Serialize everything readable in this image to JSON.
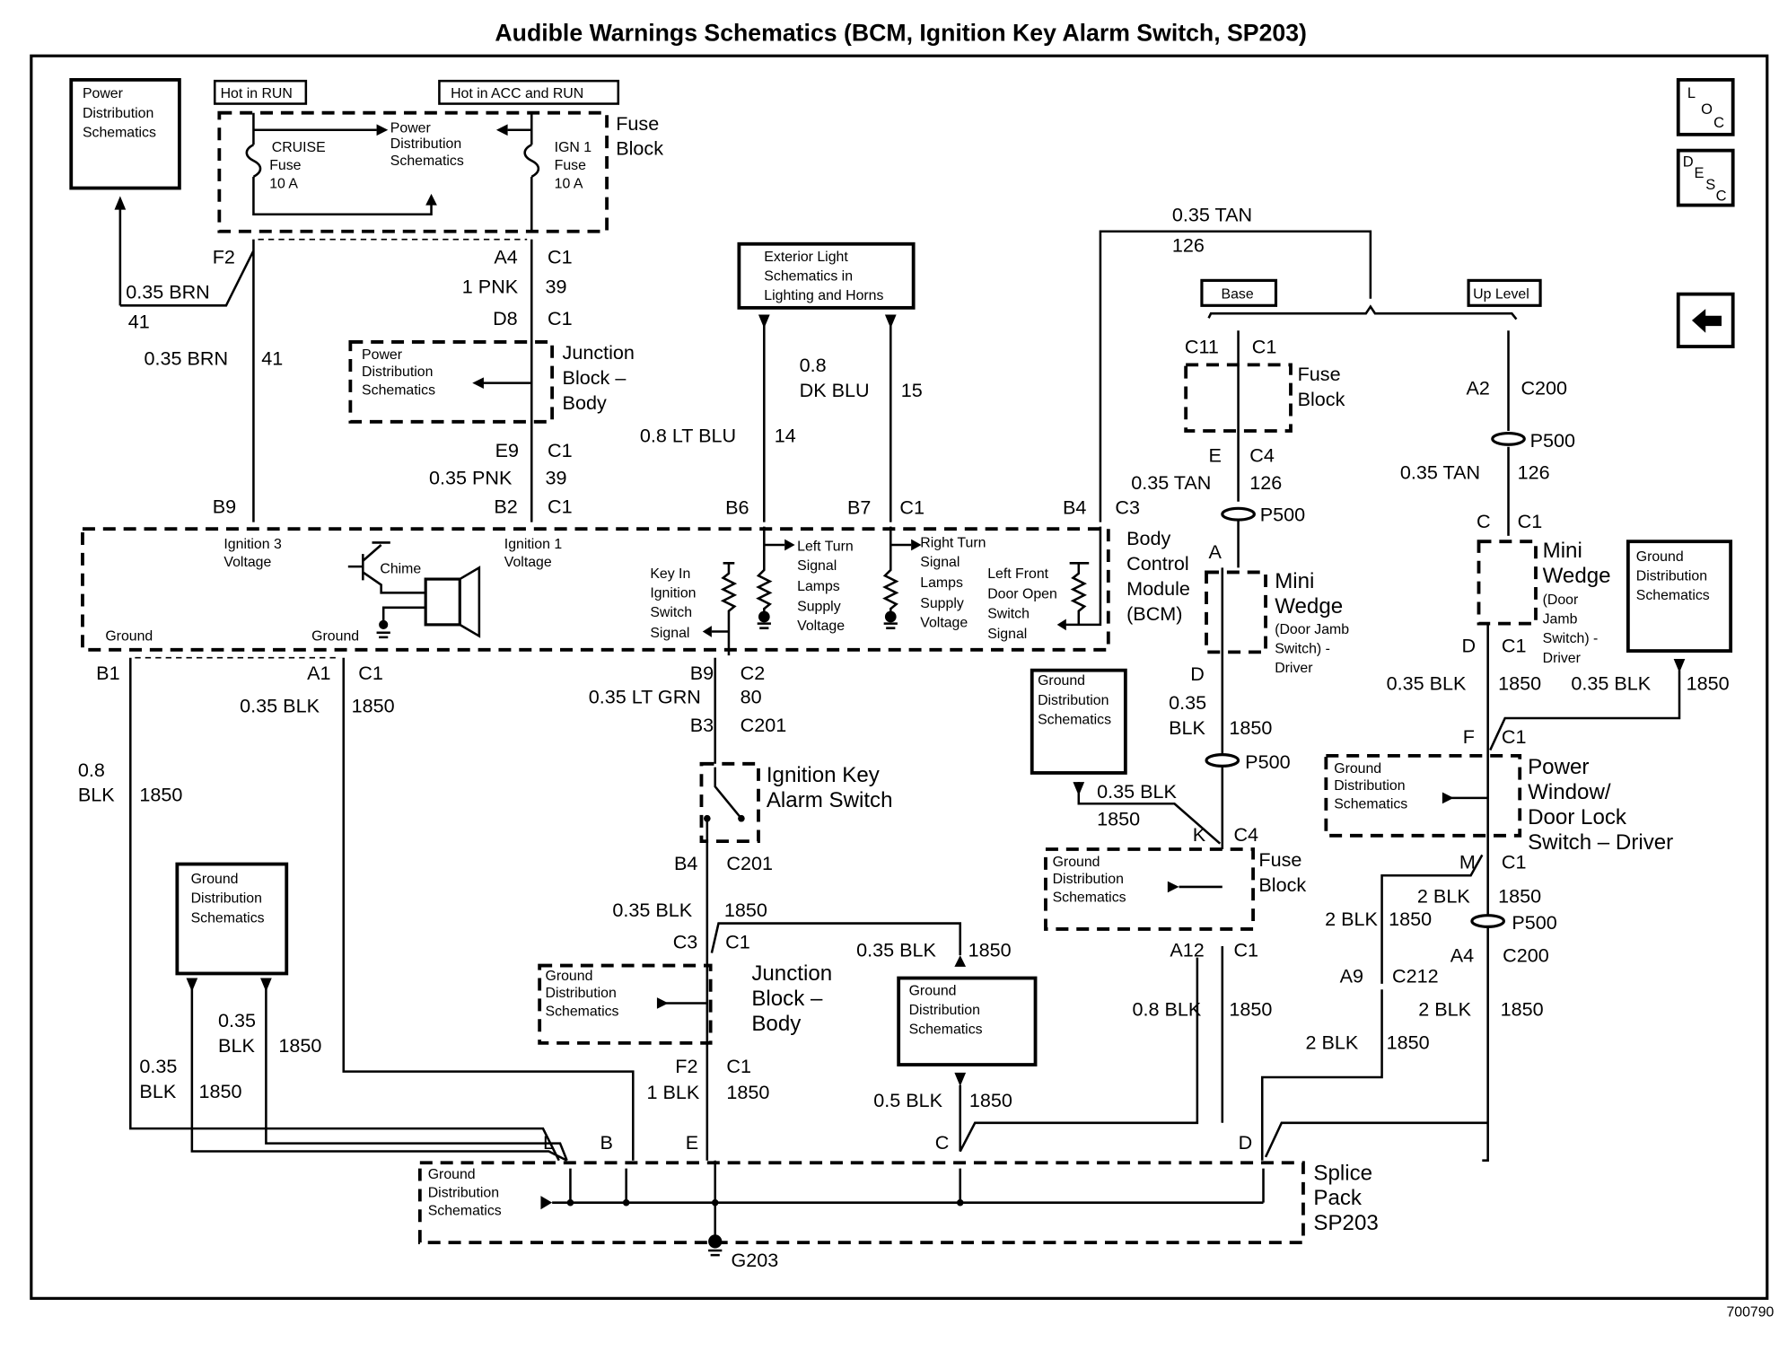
{
  "title": "Audible Warnings Schematics (BCM, Ignition Key Alarm Switch, SP203)",
  "figure_id": "700790",
  "nav_buttons": {
    "loc": {
      "l1": "L",
      "l2": "O",
      "l3": "C"
    },
    "desc": {
      "l1": "D",
      "l2": "E",
      "l3": "S",
      "l4": "C"
    },
    "back_icon": "left-arrow-icon"
  },
  "boxes": {
    "power_dist_left": [
      "Power",
      "Distribution",
      "Schematics"
    ],
    "hot_in_run": "Hot in RUN",
    "hot_in_acc_run": "Hot in ACC and RUN",
    "fuse_block_top": [
      "Fuse",
      "Block"
    ],
    "fuse_block_inner": [
      "Power",
      "Distribution",
      "Schematics"
    ],
    "cruise_fuse": [
      "CRUISE",
      "Fuse",
      "10 A"
    ],
    "ign1_fuse": [
      "IGN 1",
      "Fuse",
      "10 A"
    ],
    "jb_body_top": [
      "Junction",
      "Block –",
      "Body"
    ],
    "jb_body_top_inner": [
      "Power",
      "Distribution",
      "Schematics"
    ],
    "exterior_light": [
      "Exterior Light",
      "Schematics in",
      "Lighting and Horns"
    ],
    "base": "Base",
    "up_level": "Up Level",
    "fuse_block_right": [
      "Fuse",
      "Block"
    ],
    "bcm": [
      "Body",
      "Control",
      "Module",
      "(BCM)"
    ],
    "bcm_ign3": [
      "Ignition 3",
      "Voltage"
    ],
    "bcm_ign1": [
      "Ignition 1",
      "Voltage"
    ],
    "bcm_chime": "Chime",
    "bcm_ground1": "Ground",
    "bcm_ground2": "Ground",
    "bcm_key_in": [
      "Key In",
      "Ignition",
      "Switch",
      "Signal"
    ],
    "bcm_left_turn": [
      "Left Turn",
      "Signal",
      "Lamps",
      "Supply",
      "Voltage"
    ],
    "bcm_right_turn": [
      "Right Turn",
      "Signal",
      "Lamps",
      "Supply",
      "Voltage"
    ],
    "bcm_door_open": [
      "Left Front",
      "Door Open",
      "Switch",
      "Signal"
    ],
    "mini_wedge_base": [
      "Mini",
      "Wedge",
      "(Door Jamb",
      "Switch) -",
      "Driver"
    ],
    "mini_wedge_up": [
      "Mini",
      "Wedge",
      "(Door",
      "Jamb",
      "Switch) -",
      "Driver"
    ],
    "gds_right_top": [
      "Ground",
      "Distribution",
      "Schematics"
    ],
    "gds_mid": [
      "Ground",
      "Distribution",
      "Schematics"
    ],
    "fuse_block_low": [
      "Fuse",
      "Block"
    ],
    "fuse_block_low_inner": [
      "Ground",
      "Distribution",
      "Schematics"
    ],
    "pwdl": [
      "Power",
      "Window/",
      "Door Lock",
      "Switch – Driver"
    ],
    "pwdl_inner": [
      "Ground",
      "Distribution",
      "Schematics"
    ],
    "ign_key_alarm": [
      "Ignition Key",
      "Alarm Switch"
    ],
    "jb_body_low": [
      "Junction",
      "Block –",
      "Body"
    ],
    "jb_body_low_inner": [
      "Ground",
      "Distribution",
      "Schematics"
    ],
    "gds_bottom_mid": [
      "Ground",
      "Distribution",
      "Schematics"
    ],
    "gds_left": [
      "Ground",
      "Distribution",
      "Schematics"
    ],
    "splice_pack": [
      "Splice",
      "Pack",
      "SP203"
    ],
    "splice_inner": [
      "Ground",
      "Distribution",
      "Schematics"
    ],
    "ground_g203": "G203"
  },
  "wires": {
    "f2": "F2",
    "brn_top": "0.35 BRN",
    "brn_top_ckt": "41",
    "brn_mid": "0.35 BRN",
    "brn_mid_ckt": "41",
    "a4": "A4",
    "c1_a4": "C1",
    "pnk1": "1 PNK",
    "pnk1_ckt": "39",
    "d8": "D8",
    "c1_d8": "C1",
    "e9": "E9",
    "c1_e9": "C1",
    "pnk035": "0.35 PNK",
    "pnk035_ckt": "39",
    "b9": "B9",
    "b2": "B2",
    "c1_b2": "C1",
    "ltblu": "0.8 LT BLU",
    "ltblu_ckt": "14",
    "dkblu_a": "0.8",
    "dkblu_b": "DK BLU",
    "dkblu_ckt": "15",
    "b6": "B6",
    "b7": "B7",
    "c1_b7": "C1",
    "b4": "B4",
    "c3": "C3",
    "tan_top": "0.35 TAN",
    "tan_top_ckt": "126",
    "c11": "C11",
    "c1_c11": "C1",
    "e": "E",
    "c4_e": "C4",
    "tan_base": "0.35 TAN",
    "tan_base_ckt": "126",
    "p500_a": "P500",
    "a_pin": "A",
    "a2": "A2",
    "c200_a2": "C200",
    "p500_b": "P500",
    "tan_up": "0.35 TAN",
    "tan_up_ckt": "126",
    "c_pin": "C",
    "c1_c": "C1",
    "b1": "B1",
    "a1": "A1",
    "c1_a1": "C1",
    "blk_a1": "0.35 BLK",
    "blk_a1_ckt": "1850",
    "blk_b1a": "0.8",
    "blk_b1b": "BLK",
    "blk_b1_ckt": "1850",
    "b9_c2": "B9",
    "c2": "C2",
    "ltgrn": "0.35 LT GRN",
    "ltgrn_ckt": "80",
    "b3": "B3",
    "c201_b3": "C201",
    "b4_low": "B4",
    "c201_b4": "C201",
    "blk_b4": "0.35 BLK",
    "blk_b4_ckt": "1850",
    "c3_low": "C3",
    "c1_c3": "C1",
    "blk_gds_mid": "0.35 BLK",
    "blk_gds_mid_ckt": "1850",
    "f2_low": "F2",
    "c1_f2": "C1",
    "blk1": "1 BLK",
    "blk1_ckt": "1850",
    "blk05": "0.5 BLK",
    "blk05_ckt": "1850",
    "d_base": "D",
    "blk_d_a": "0.35",
    "blk_d_b": "BLK",
    "blk_d_ckt": "1850",
    "p500_c": "P500",
    "blk_gds_r": "0.35 BLK",
    "blk_gds_r_ckt": "1850",
    "k": "K",
    "c4_k": "C4",
    "a12": "A12",
    "c1_a12": "C1",
    "blk08": "0.8 BLK",
    "blk08_ckt": "1850",
    "d_up": "D",
    "c1_d_up": "C1",
    "blk_d_up": "0.35 BLK",
    "blk_d_up_ckt": "1850",
    "blk_gds_tr": "0.35 BLK",
    "blk_gds_tr_ckt": "1850",
    "f_pin": "F",
    "c1_f": "C1",
    "m_pin": "M",
    "c1_m": "C1",
    "blk2_m": "2 BLK",
    "blk2_m_ckt": "1850",
    "p500_d": "P500",
    "blk2_a9": "2 BLK",
    "blk2_a9_ckt": "1850",
    "a9": "A9",
    "c212": "C212",
    "a4_low": "A4",
    "c200_a4": "C200",
    "blk2_a4": "2 BLK",
    "blk2_a4_ckt": "1850",
    "blk2_a9b": "2 BLK",
    "blk2_a9b_ckt": "1850",
    "blk_gl_a": "0.35",
    "blk_gl_b": "BLK",
    "blk_gl_ckt": "1850",
    "blk_gl2_a": "0.35",
    "blk_gl2_b": "BLK",
    "blk_gl2_ckt": "1850",
    "sp_l": "L",
    "sp_b": "B",
    "sp_e": "E",
    "sp_c": "C",
    "sp_d": "D"
  }
}
